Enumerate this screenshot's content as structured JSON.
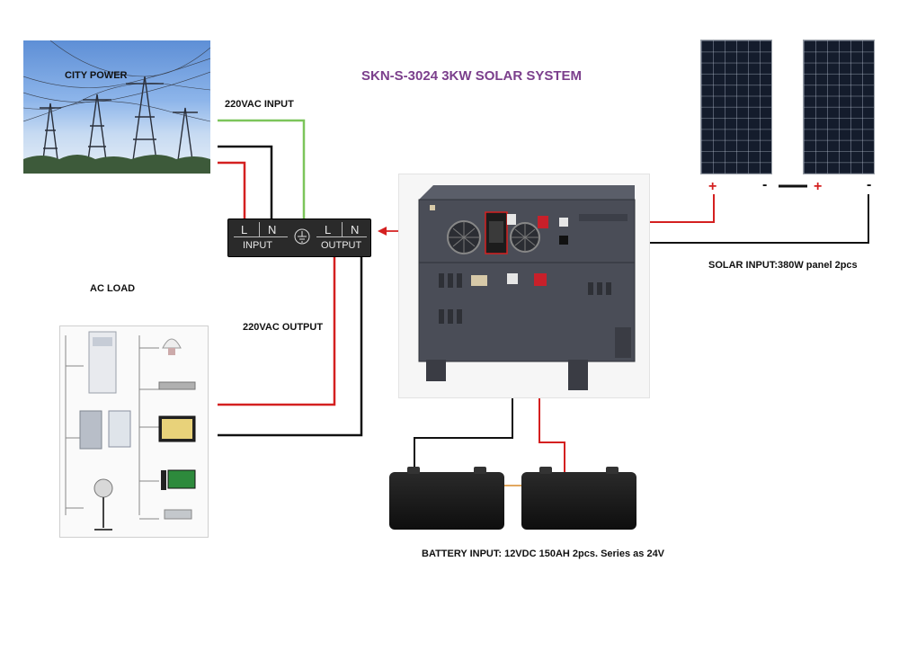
{
  "title": "SKN-S-3024 3KW SOLAR SYSTEM",
  "city_power_label": "CITY    POWER",
  "ac_input_label": "220VAC    INPUT",
  "ac_output_label": "220VAC    OUTPUT",
  "ac_load_label": "AC    LOAD",
  "terminal": {
    "input": {
      "l": "L",
      "n": "N",
      "label": "INPUT"
    },
    "output": {
      "l": "L",
      "n": "N",
      "label": "OUTPUT"
    }
  },
  "solar": {
    "label_prefix": "SOLAR INPUT:",
    "label_value": "380W panel 2pcs",
    "plus": "+",
    "minus": "-"
  },
  "battery_label": "BATTERY INPUT: 12VDC 150AH 2pcs. Series as 24V",
  "colors": {
    "title": "#7b3f8c",
    "positive_wire": "#d42020",
    "negative_wire": "#111111",
    "ground_wire": "#7cc55a",
    "inverter_body": "#4a4d57"
  }
}
